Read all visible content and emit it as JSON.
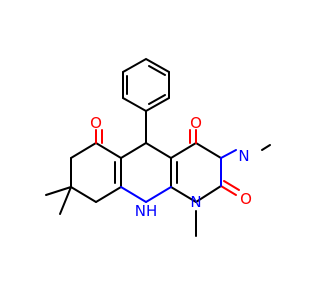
{
  "molecule": {
    "colors": {
      "carbon_bond": "#000000",
      "oxygen": "#ff0000",
      "nitrogen": "#0000ff",
      "background": "#ffffff"
    },
    "atom_labels": {
      "o_ketone": "O",
      "o_upper": "O",
      "o_lower": "O",
      "n_upper": "N",
      "n_lower": "N",
      "nh": "NH"
    }
  }
}
